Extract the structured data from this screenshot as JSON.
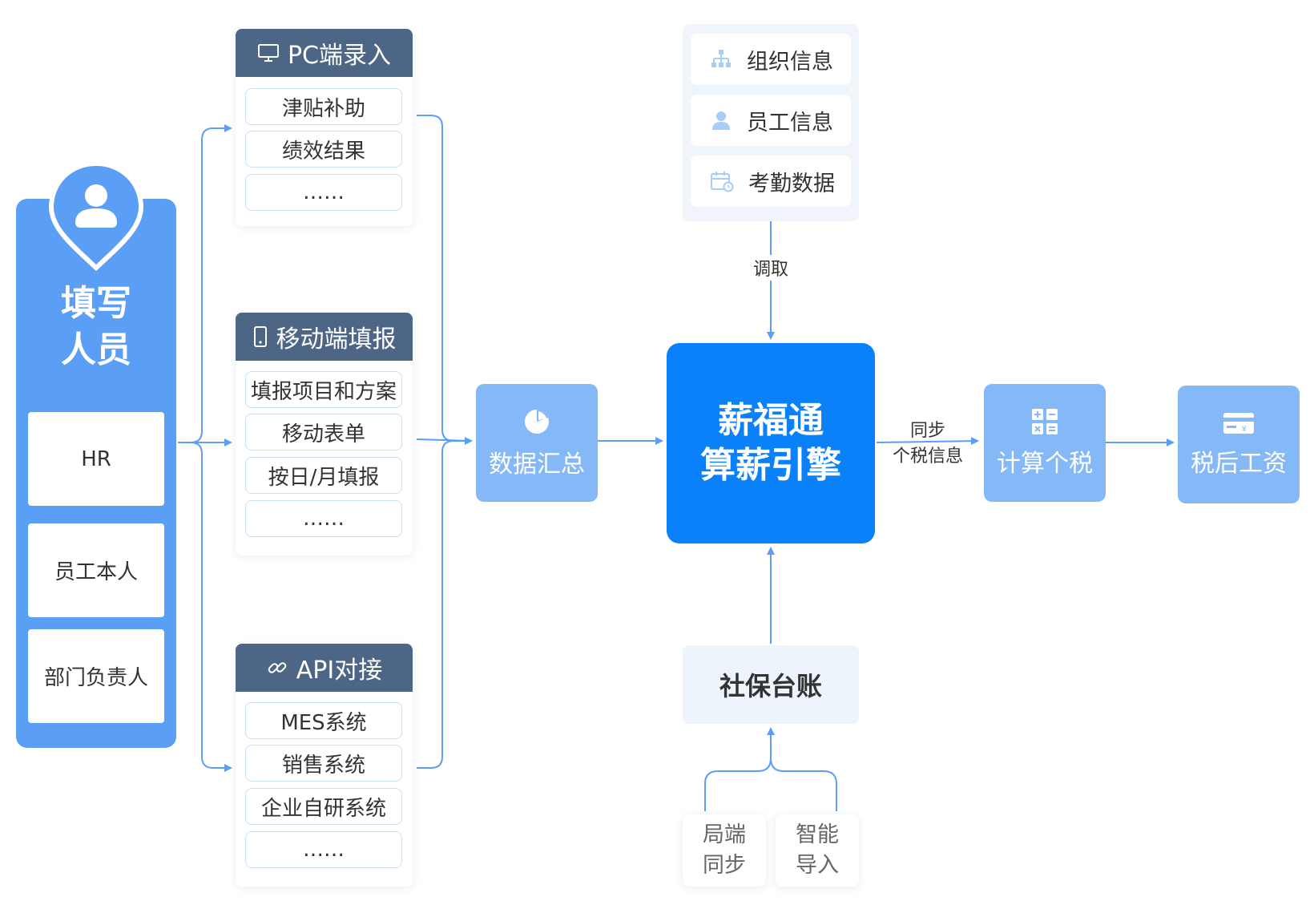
{
  "left_panel": {
    "title_line1": "填写",
    "title_line2": "人员",
    "items": [
      "HR",
      "员工本人",
      "部门负责人"
    ]
  },
  "groups": [
    {
      "title": "PC端录入",
      "icon": "monitor-icon",
      "items": [
        "津贴补助",
        "绩效结果",
        "……"
      ]
    },
    {
      "title": "移动端填报",
      "icon": "mobile-icon",
      "items": [
        "填报项目和方案",
        "移动表单",
        "按日/月填报",
        "……"
      ]
    },
    {
      "title": "API对接",
      "icon": "link-icon",
      "items": [
        "MES系统",
        "销售系统",
        "企业自研系统",
        "……"
      ]
    }
  ],
  "data_summary": {
    "label": "数据汇总",
    "icon": "pie-chart-icon"
  },
  "resources": [
    {
      "label": "组织信息",
      "icon": "org-chart-icon"
    },
    {
      "label": "员工信息",
      "icon": "person-icon"
    },
    {
      "label": "考勤数据",
      "icon": "calendar-icon"
    }
  ],
  "fetch_label": "调取",
  "engine": {
    "line1": "薪福通",
    "line2": "算薪引擎"
  },
  "sync_label": {
    "line1": "同步",
    "line2": "个税信息"
  },
  "calc_tax": {
    "label": "计算个税",
    "icon": "calculator-icon"
  },
  "after_tax": {
    "label": "税后工资",
    "icon": "card-icon"
  },
  "social_security": {
    "label": "社保台账"
  },
  "sources": [
    {
      "line1": "局端",
      "line2": "同步"
    },
    {
      "line1": "智能",
      "line2": "导入"
    }
  ],
  "colors": {
    "primary_blue": "#0a81f8",
    "light_blue": "#84b8f6",
    "panel_blue": "#5b9ef6",
    "header_navy": "#4e6685",
    "arrow_blue": "#5b9ef6"
  }
}
